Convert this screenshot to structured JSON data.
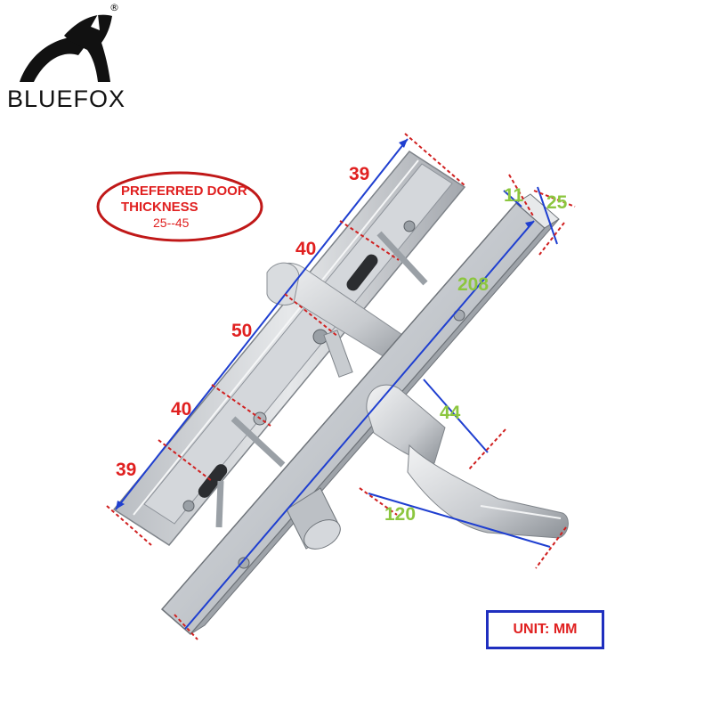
{
  "brand": {
    "name": "BLUEFOX",
    "registered_mark": "®"
  },
  "note": {
    "line1": "PREFERRED DOOR",
    "line2": "THICKNESS",
    "line3": "25--45"
  },
  "backplate_dims": {
    "d1": "39",
    "d2": "40",
    "d3": "50",
    "d4": "40",
    "d5": "39"
  },
  "handle_dims": {
    "plate_width": "11",
    "plate_depth": "25",
    "plate_length": "208",
    "handle_height": "44",
    "handle_length": "120"
  },
  "unit_label": "UNIT: MM",
  "colors": {
    "red_dim": "#e02020",
    "green_dim": "#8cc63f",
    "blue_line": "#1f3fd0",
    "metal": "#c9ccd0"
  }
}
